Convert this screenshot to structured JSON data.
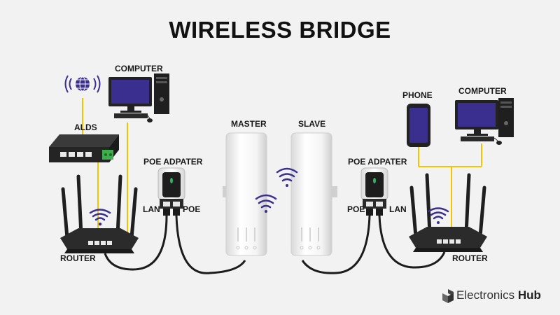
{
  "title": "WIRELESS BRIDGE",
  "labels": {
    "computer_left": "COMPUTER",
    "alds": "ALDS",
    "poe_adapter_left": "POE ADPATER",
    "lan_left": "LAN",
    "poe_left": "POE",
    "router_left": "ROUTER",
    "master": "MASTER",
    "slave": "SLAVE",
    "poe_adapter_right": "POE ADPATER",
    "poe_right": "POE",
    "lan_right": "LAN",
    "router_right": "ROUTER",
    "phone": "PHONE",
    "computer_right": "COMPUTER"
  },
  "brand": {
    "name_part1": "Electronics ",
    "name_part2": "Hub"
  },
  "colors": {
    "background": "#f2f2f2",
    "link_line": "#f2c500",
    "cable": "#1c1c1c",
    "screen": "#3a2e8f",
    "wifi": "#3a2e8f",
    "device_dark": "#222222",
    "radio_body": "#f7f7f7"
  }
}
